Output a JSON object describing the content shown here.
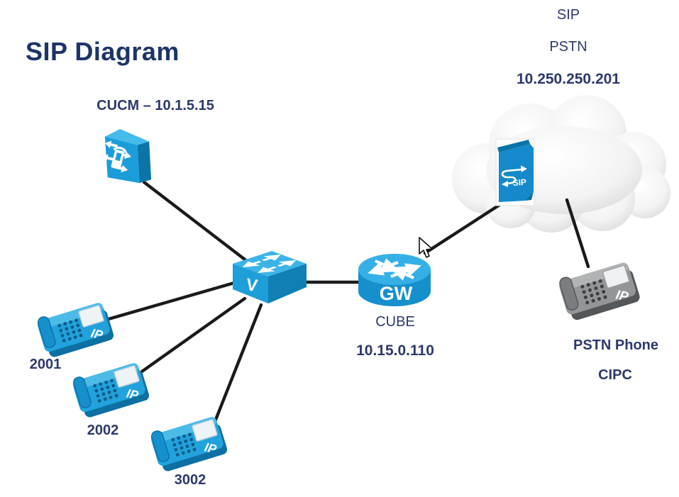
{
  "title": "SIP Diagram",
  "colors": {
    "title_navy": "#1e3468",
    "label_navy": "#2c3a6b",
    "cisco_blue": "#21a2dc",
    "cisco_blue_dark": "#0d6fa2",
    "cisco_blue_light": "#5cc3ec",
    "pstn_gray": "#939597",
    "link_line": "#1a1a1a",
    "cloud_fill": "#f2f2f2"
  },
  "nodes": {
    "cucm": {
      "label": "CUCM – 10.1.5.15"
    },
    "switch": {
      "glyph": "V"
    },
    "gateway": {
      "glyph": "GW",
      "name": "CUBE",
      "ip": "10.15.0.110"
    },
    "pstn_cloud": {
      "line1": "SIP",
      "line2": "PSTN",
      "ip": "10.250.250.201"
    },
    "sip_trunk": {
      "glyph": "SIP"
    },
    "phones": [
      {
        "extension": "2001",
        "glyph": "IP"
      },
      {
        "extension": "2002",
        "glyph": "IP"
      },
      {
        "extension": "3002",
        "glyph": "IP"
      }
    ],
    "pstn_phone": {
      "label": "PSTN Phone",
      "sub": "CIPC",
      "glyph": "IP"
    }
  }
}
